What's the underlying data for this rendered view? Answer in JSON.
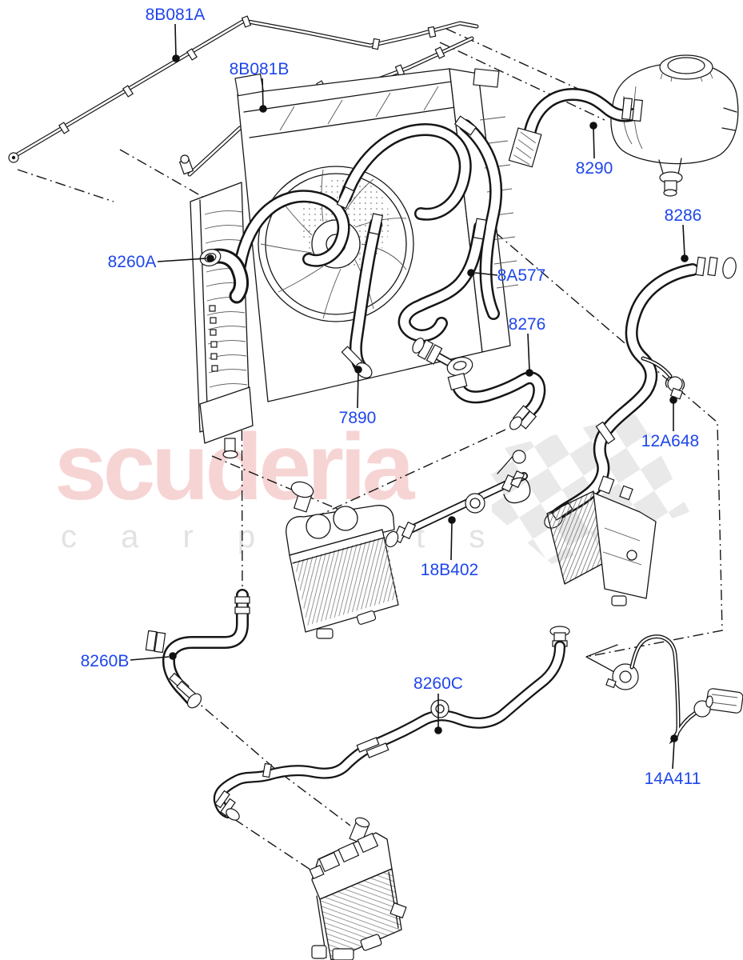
{
  "watermark": {
    "brand": "scuderia",
    "subtitle": "c a r  p a r t s",
    "brand_color": "#f7d4d4",
    "subtitle_color": "#e2e2e2",
    "checker_color": "#d7d7d7"
  },
  "colors": {
    "label_blue": "#1E46EB",
    "line_black": "#161616",
    "background": "#ffffff"
  },
  "labels": [
    {
      "id": "8B081A",
      "text": "8B081A"
    },
    {
      "id": "8B081B",
      "text": "8B081B"
    },
    {
      "id": "8290",
      "text": "8290"
    },
    {
      "id": "8286",
      "text": "8286"
    },
    {
      "id": "8260A",
      "text": "8260A"
    },
    {
      "id": "8A577",
      "text": "8A577"
    },
    {
      "id": "8276",
      "text": "8276"
    },
    {
      "id": "7890",
      "text": "7890"
    },
    {
      "id": "12A648",
      "text": "12A648"
    },
    {
      "id": "18B402",
      "text": "18B402"
    },
    {
      "id": "8260B",
      "text": "8260B"
    },
    {
      "id": "8260C",
      "text": "8260C"
    },
    {
      "id": "14A411",
      "text": "14A411"
    }
  ]
}
